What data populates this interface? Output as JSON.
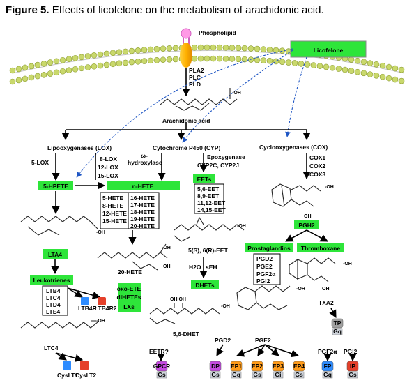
{
  "title": {
    "prefix": "Figure 5.",
    "text": "Effects of licofelone on the metabolism of arachidonic acid."
  },
  "membrane": {
    "phospholipid": "Phospholipid",
    "enzymes": [
      "PLA2",
      "PLC",
      "PLD"
    ]
  },
  "drug": {
    "name": "Licofelone",
    "color": "#2ee53a"
  },
  "substrate": {
    "name": "Arachidonic acid",
    "oh": "-OH"
  },
  "lox": {
    "header": "Lipooxygenases (LOX)",
    "five_lox": "5-LOX",
    "other_lox": [
      "8-LOX",
      "12-LOX",
      "15-LOX"
    ],
    "hpete": "5-HPETE",
    "lta4": "LTA4",
    "leukotrienes": "Leukotrienes",
    "lt_list": [
      "LTB4",
      "LTC4",
      "LTD4",
      "LTE4"
    ],
    "ltb_receptors": [
      "LTB4R",
      "LTB4R2"
    ],
    "ltc4": "LTC4",
    "cyslt_receptors": [
      "CysLT1",
      "CysLT2"
    ],
    "oxo": [
      "oxo-ETE",
      "diHETEs",
      "LXs"
    ]
  },
  "cyp": {
    "header": "Cytochrome P450 (CYP)",
    "omega": "ω-",
    "hydroxylase": "hydroxylase",
    "n_hete": "n-HETE",
    "hete_left": [
      "5-HETE",
      "8-HETE",
      "12-HETE",
      "15-HETE"
    ],
    "hete_right": [
      "16-HETE",
      "17-HETE",
      "18-HETE",
      "19-HETE",
      "20-HETE"
    ],
    "twenty_hete": "20-HETE",
    "epoxygenase": "Epoxygenase",
    "cyp_iso": "CYP2C, CYP2J",
    "eets": "EETs",
    "eet_list": [
      "5,6-EET",
      "8,9-EET",
      "11,12-EET",
      "14,15-EET"
    ],
    "eet56": "5(S), 6(R)-EET",
    "h2o": "H2O",
    "seh": "sEH",
    "dhets": "DHETs",
    "dhet56": "5,6-DHET",
    "eetr": "EETR?"
  },
  "cox": {
    "header": "Cyclooxygenases (COX)",
    "isoforms": [
      "COX1",
      "COX2",
      "COX3"
    ],
    "pgh2": "PGH2",
    "prostaglandins": "Prostaglandins",
    "thromboxane": "Thromboxane",
    "pg_list": [
      "PGD2",
      "PGE2",
      "PGF2α",
      "PGI2"
    ],
    "txa2": "TXA2",
    "pgd2": "PGD2",
    "pge2": "PGE2",
    "pgf2a": "PGF2α",
    "pgi2": "PGI2"
  },
  "receptors": {
    "tp": {
      "name": "TP",
      "g": "Gq"
    },
    "gpcr": {
      "name": "GPCR",
      "g": "Gs"
    },
    "dp": {
      "name": "DP",
      "g": "Gs"
    },
    "ep": [
      {
        "name": "EP1",
        "g": "Gq"
      },
      {
        "name": "EP2",
        "g": "Gs"
      },
      {
        "name": "EP3",
        "g": "Gi"
      },
      {
        "name": "EP4",
        "g": "Gs"
      }
    ],
    "fp": {
      "name": "FP",
      "g": "Gq"
    },
    "ip": {
      "name": "IP",
      "g": "Gs"
    }
  },
  "labels": {
    "oh": "OH",
    "oh_oh": "OH  OH",
    "cooh": "-OH"
  },
  "colors": {
    "green_box": "#2ee53a",
    "membrane_bead": "#c9d86c",
    "phospholipid_head": "#ff99e6",
    "pla2_body": "#ffb000",
    "inhibition_arrow": "#1f56c4",
    "receptor_blue": "#2e8cff",
    "receptor_red": "#e5402a",
    "receptor_purple": "#c44ae0",
    "receptor_orange": "#ff9b1a",
    "receptor_grey": "#a0a0a0"
  }
}
